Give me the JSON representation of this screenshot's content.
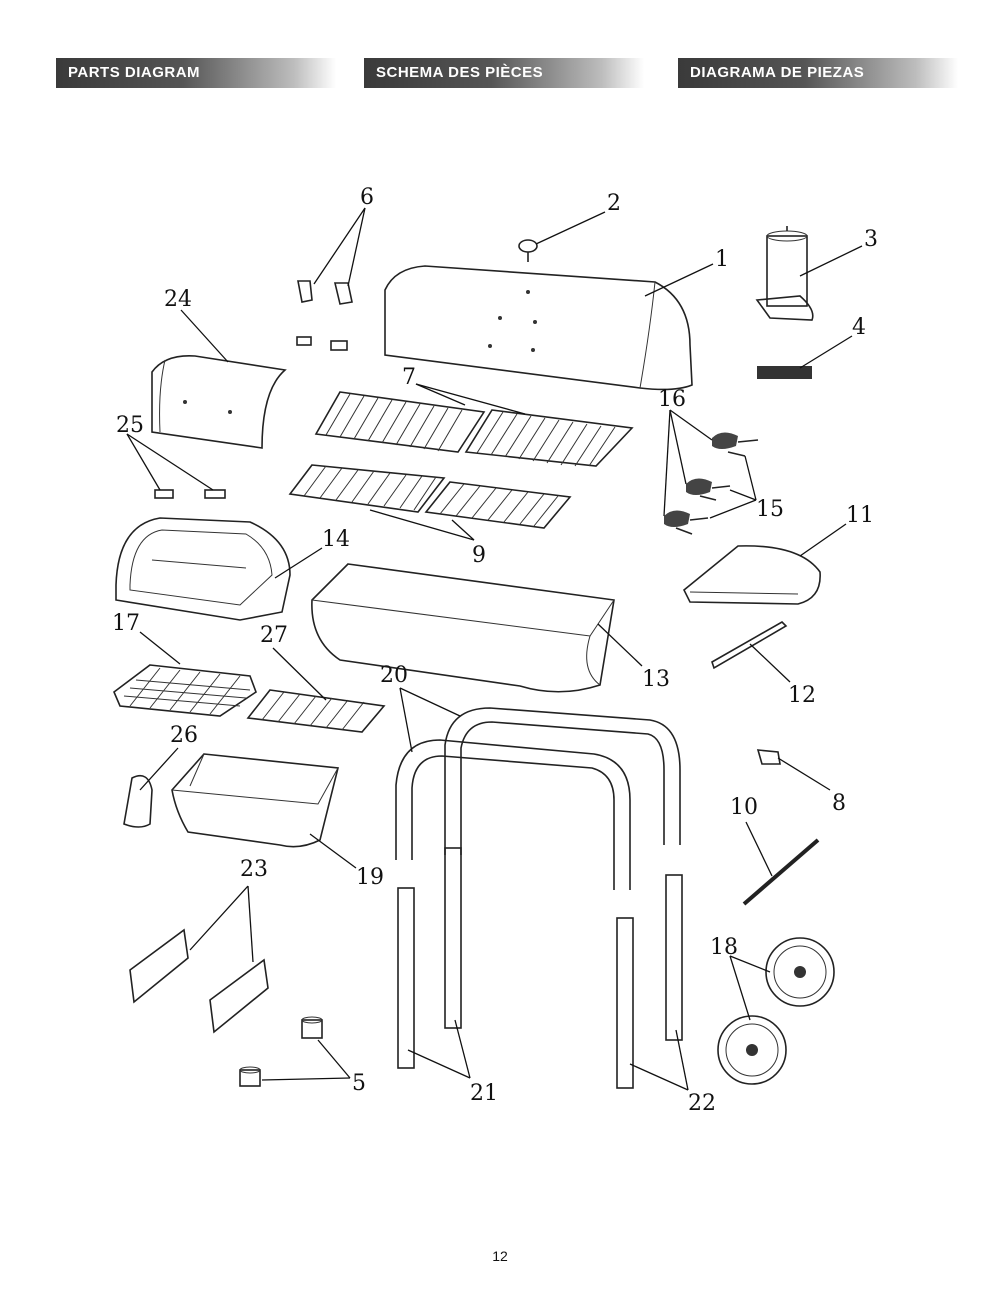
{
  "headers": {
    "english": "PARTS DIAGRAM",
    "french": "SCHEMA DES PIÈCES",
    "spanish": "DIAGRAMA DE PIEZAS"
  },
  "callouts": {
    "n1": "1",
    "n2": "2",
    "n3": "3",
    "n4": "4",
    "n5": "5",
    "n6": "6",
    "n7": "7",
    "n8": "8",
    "n9": "9",
    "n10": "10",
    "n11": "11",
    "n12": "12",
    "n13": "13",
    "n14": "14",
    "n15": "15",
    "n16": "16",
    "n17": "17",
    "n18": "18",
    "n19": "19",
    "n20": "20",
    "n21": "21",
    "n22": "22",
    "n23": "23",
    "n24": "24",
    "n25": "25",
    "n26": "26",
    "n27": "27"
  },
  "page_number": "12"
}
